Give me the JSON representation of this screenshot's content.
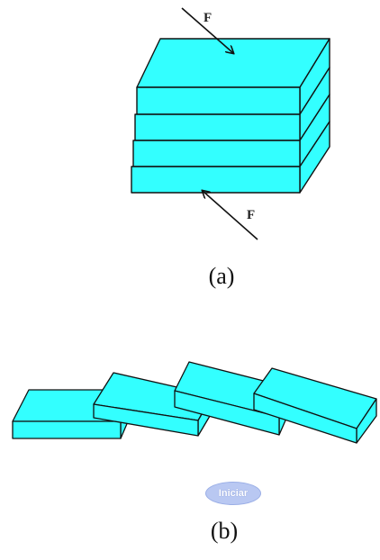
{
  "diagram": {
    "fill_color": "#33ffff",
    "stroke_color": "#111111",
    "panel_a": {
      "caption": "(a)",
      "force_top_label": "F",
      "force_bottom_label": "F"
    },
    "panel_b": {
      "caption": "(b)",
      "button_label": "Iniciar",
      "button_color": "#b9c8f2"
    }
  }
}
